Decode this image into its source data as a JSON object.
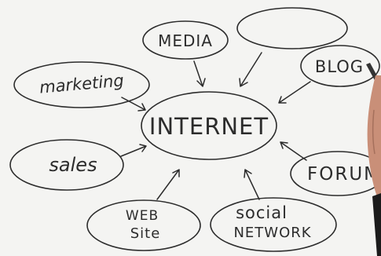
{
  "mindmap": {
    "center": "INTERNET",
    "nodes": {
      "media": "MEDIA",
      "blank": "",
      "blog": "BLOG",
      "marketing": "marketing",
      "sales": "sales",
      "forum": "FORUM",
      "website_line1": "WEB",
      "website_line2": "Site",
      "social_line1": "social",
      "social_line2": "NETWORK"
    }
  },
  "colors": {
    "background": "#f4f4f2",
    "ink": "#2c2c2c",
    "hand": "#c98f78",
    "sleeve": "#1b1b1b"
  }
}
